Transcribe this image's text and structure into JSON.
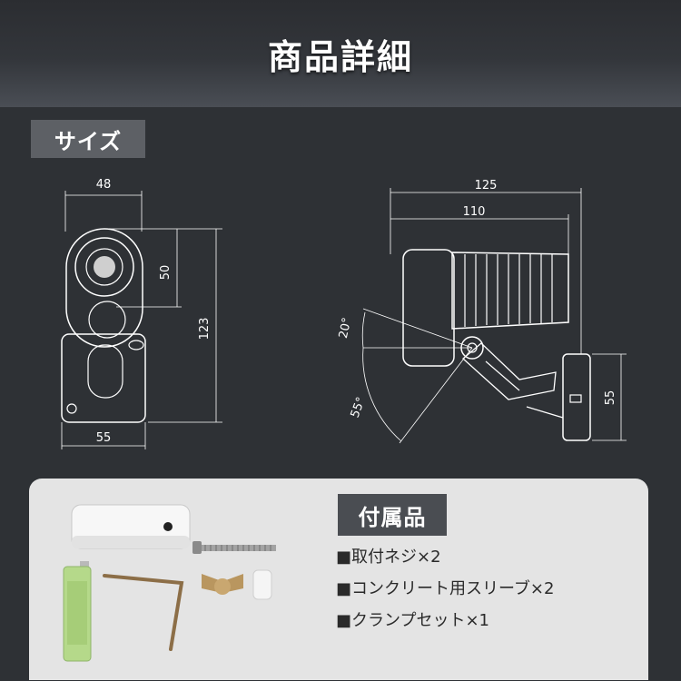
{
  "header": {
    "title": "商品詳細"
  },
  "size_section": {
    "label": "サイズ"
  },
  "front_view": {
    "width_top": "48",
    "height_lens": "50",
    "height_total": "123",
    "width_bottom": "55"
  },
  "side_view": {
    "length_total": "125",
    "length_body": "110",
    "angle_up": "20°",
    "angle_down": "55°",
    "bracket_height": "55"
  },
  "accessories": {
    "title": "付属品",
    "items": [
      "■取付ネジ×2",
      "■コンクリート用スリーブ×2",
      "■クランプセット×1"
    ]
  },
  "colors": {
    "background": "#2e3135",
    "panel": "#e4e4e4",
    "tag": "#5d6065"
  }
}
